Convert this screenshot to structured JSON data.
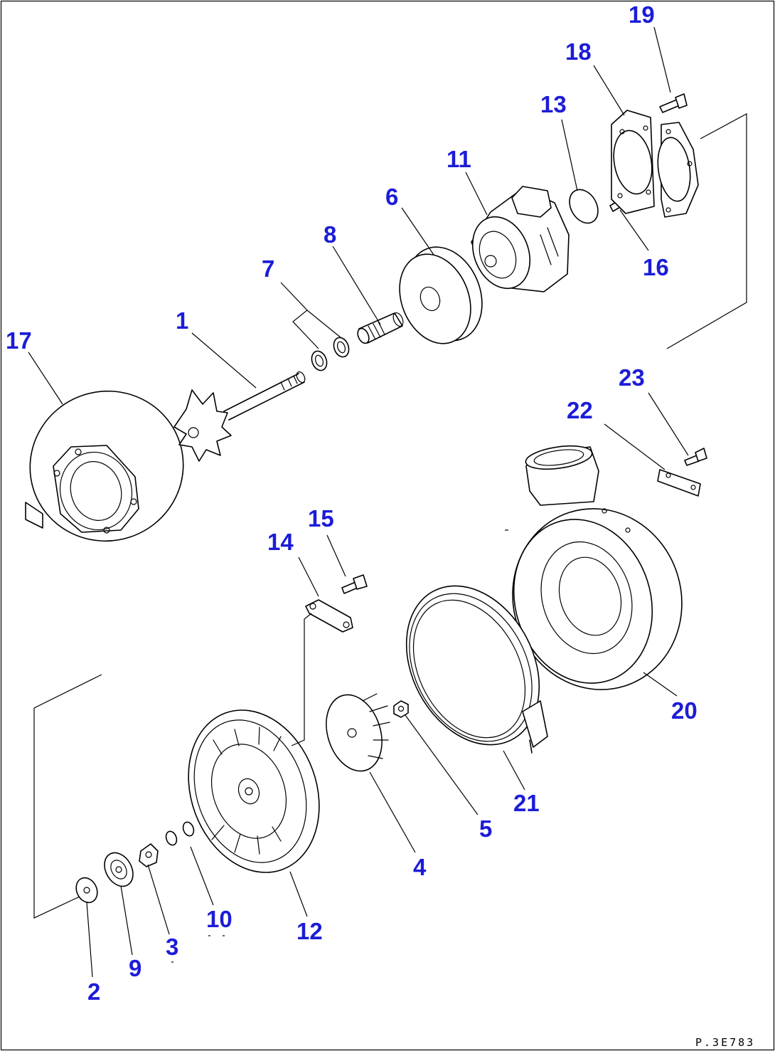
{
  "diagram": {
    "drawing_code": "P.3E783",
    "callouts": [
      {
        "id": "c1",
        "label": "1"
      },
      {
        "id": "c2",
        "label": "2"
      },
      {
        "id": "c3",
        "label": "3"
      },
      {
        "id": "c4",
        "label": "4"
      },
      {
        "id": "c5",
        "label": "5"
      },
      {
        "id": "c6",
        "label": "6"
      },
      {
        "id": "c7",
        "label": "7"
      },
      {
        "id": "c8",
        "label": "8"
      },
      {
        "id": "c9",
        "label": "9"
      },
      {
        "id": "c10",
        "label": "10"
      },
      {
        "id": "c11",
        "label": "11"
      },
      {
        "id": "c12",
        "label": "12"
      },
      {
        "id": "c13",
        "label": "13"
      },
      {
        "id": "c14",
        "label": "14"
      },
      {
        "id": "c15",
        "label": "15"
      },
      {
        "id": "c16",
        "label": "16"
      },
      {
        "id": "c17",
        "label": "17"
      },
      {
        "id": "c18",
        "label": "18"
      },
      {
        "id": "c19",
        "label": "19"
      },
      {
        "id": "c20",
        "label": "20"
      },
      {
        "id": "c21",
        "label": "21"
      },
      {
        "id": "c22",
        "label": "22"
      },
      {
        "id": "c23",
        "label": "23"
      }
    ],
    "colors": {
      "callout": "#1c1cd8",
      "line": "#000000",
      "background": "#ffffff"
    }
  }
}
